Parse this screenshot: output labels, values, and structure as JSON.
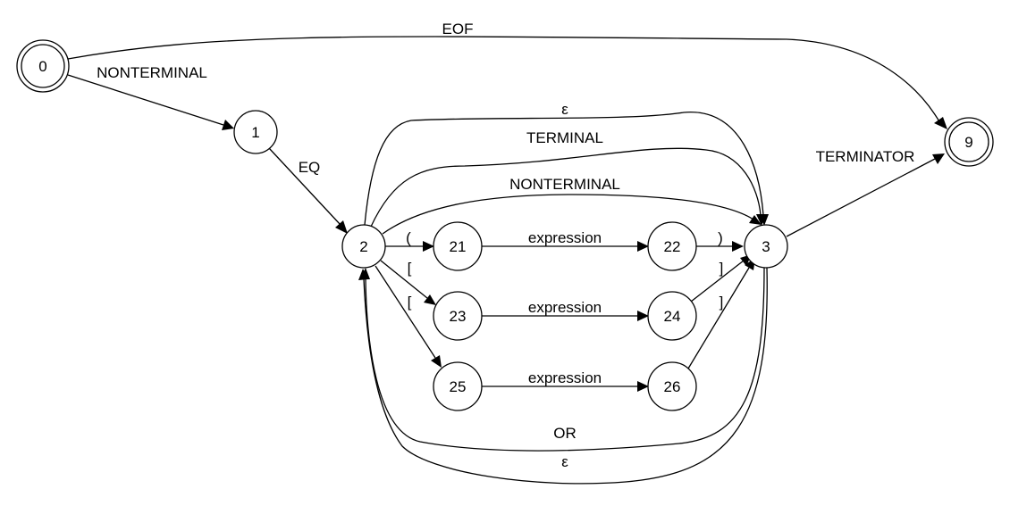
{
  "states": {
    "s0": "0",
    "s1": "1",
    "s2": "2",
    "s3": "3",
    "s9": "9",
    "s21": "21",
    "s22": "22",
    "s23": "23",
    "s24": "24",
    "s25": "25",
    "s26": "26"
  },
  "accepting_states": [
    "0",
    "9"
  ],
  "transitions": [
    {
      "from": "0",
      "to": "9",
      "label": "EOF"
    },
    {
      "from": "0",
      "to": "1",
      "label": "NONTERMINAL"
    },
    {
      "from": "1",
      "to": "2",
      "label": "EQ"
    },
    {
      "from": "2",
      "to": "3",
      "label": "ε"
    },
    {
      "from": "2",
      "to": "3",
      "label": "TERMINAL"
    },
    {
      "from": "2",
      "to": "3",
      "label": "NONTERMINAL"
    },
    {
      "from": "2",
      "to": "21",
      "label": "("
    },
    {
      "from": "21",
      "to": "22",
      "label": "expression"
    },
    {
      "from": "22",
      "to": "3",
      "label": ")"
    },
    {
      "from": "2",
      "to": "23",
      "label": "["
    },
    {
      "from": "23",
      "to": "24",
      "label": "expression"
    },
    {
      "from": "24",
      "to": "3",
      "label": "]"
    },
    {
      "from": "2",
      "to": "25",
      "label": "["
    },
    {
      "from": "25",
      "to": "26",
      "label": "expression"
    },
    {
      "from": "26",
      "to": "3",
      "label": "]"
    },
    {
      "from": "3",
      "to": "2",
      "label": "OR"
    },
    {
      "from": "3",
      "to": "2",
      "label": "ε"
    },
    {
      "from": "3",
      "to": "9",
      "label": "TERMINATOR"
    }
  ],
  "labels": {
    "eof": "EOF",
    "nonterminal_0_1": "NONTERMINAL",
    "eq": "EQ",
    "epsilon_top": "ε",
    "terminal": "TERMINAL",
    "nonterminal_2_3": "NONTERMINAL",
    "paren_open": "(",
    "expr_21_22": "expression",
    "paren_close": ")",
    "bracket_open_23": "[",
    "expr_23_24": "expression",
    "bracket_close_24": "]",
    "bracket_open_25": "[",
    "expr_25_26": "expression",
    "bracket_close_26": "]",
    "or": "OR",
    "epsilon_bottom": "ε",
    "terminator": "TERMINATOR"
  }
}
